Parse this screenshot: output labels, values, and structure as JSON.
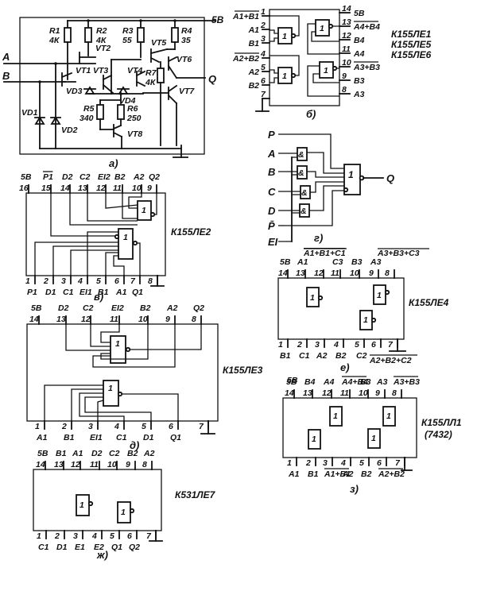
{
  "figure_a": {
    "caption": "а)",
    "supply": "5В",
    "inputs": [
      "A",
      "B"
    ],
    "output": "Q",
    "resistors": [
      {
        "name": "R1",
        "value": "4К"
      },
      {
        "name": "R2",
        "value": "4К"
      },
      {
        "name": "R3",
        "value": "55"
      },
      {
        "name": "R4",
        "value": "35"
      },
      {
        "name": "R5",
        "value": "340"
      },
      {
        "name": "R6",
        "value": "250"
      },
      {
        "name": "R7",
        "value": "4К"
      }
    ],
    "transistors": [
      "VT1",
      "VT2",
      "VT3",
      "VT4",
      "VT5",
      "VT6",
      "VT7",
      "VT8"
    ],
    "diodes": [
      "VD1",
      "VD2",
      "VD3",
      "VD4"
    ]
  },
  "figure_b": {
    "caption": "б)",
    "chips": [
      "К155ЛЕ1",
      "К155ЛЕ5",
      "К155ЛЕ6"
    ],
    "gate_symbol": "1",
    "left_pins": [
      {
        "num": "1",
        "label": "A1+B1",
        "inverted": true
      },
      {
        "num": "2",
        "label": "A1",
        "inverted": false
      },
      {
        "num": "3",
        "label": "B1",
        "inverted": false
      },
      {
        "num": "4",
        "label": "A2+B2",
        "inverted": true
      },
      {
        "num": "5",
        "label": "A2",
        "inverted": false
      },
      {
        "num": "6",
        "label": "B2",
        "inverted": false
      },
      {
        "num": "7",
        "label": "",
        "inverted": false
      }
    ],
    "right_pins": [
      {
        "num": "14",
        "label": "5В",
        "inverted": false
      },
      {
        "num": "13",
        "label": "A4+B4",
        "inverted": true
      },
      {
        "num": "12",
        "label": "B4",
        "inverted": false
      },
      {
        "num": "11",
        "label": "A4",
        "inverted": false
      },
      {
        "num": "10",
        "label": "A3+B3",
        "inverted": true
      },
      {
        "num": "9",
        "label": "B3",
        "inverted": false
      },
      {
        "num": "8",
        "label": "A3",
        "inverted": false
      }
    ]
  },
  "figure_v": {
    "caption": "в)",
    "chip": "К155ЛЕ2",
    "top_pins": [
      {
        "num": "16",
        "label": "5В"
      },
      {
        "num": "15",
        "label": "P1",
        "inverted": true
      },
      {
        "num": "14",
        "label": "D2"
      },
      {
        "num": "13",
        "label": "C2"
      },
      {
        "num": "12",
        "label": "EI2"
      },
      {
        "num": "11",
        "label": "B2"
      },
      {
        "num": "10",
        "label": "A2"
      },
      {
        "num": "9",
        "label": "Q2"
      }
    ],
    "bottom_pins": [
      {
        "num": "1",
        "label": "P1"
      },
      {
        "num": "2",
        "label": "D1"
      },
      {
        "num": "3",
        "label": "C1"
      },
      {
        "num": "4",
        "label": "EI1"
      },
      {
        "num": "5",
        "label": "B1"
      },
      {
        "num": "6",
        "label": "A1"
      },
      {
        "num": "7",
        "label": "Q1"
      },
      {
        "num": "8",
        "label": ""
      }
    ]
  },
  "figure_g": {
    "caption": "г)",
    "inputs": [
      "P",
      "A",
      "B",
      "C",
      "D",
      "P̄",
      "EI"
    ],
    "and_symbol": "&",
    "or_symbol": "1",
    "output": "Q"
  },
  "figure_d": {
    "caption": "д)",
    "chip": "К155ЛЕ3",
    "top_pins": [
      {
        "num": "14",
        "label": "5В"
      },
      {
        "num": "13",
        "label": "D2"
      },
      {
        "num": "12",
        "label": "C2"
      },
      {
        "num": "11",
        "label": "EI2"
      },
      {
        "num": "10",
        "label": "B2"
      },
      {
        "num": "9",
        "label": "A2"
      },
      {
        "num": "8",
        "label": "Q2"
      }
    ],
    "bottom_pins": [
      {
        "num": "1",
        "label": "A1"
      },
      {
        "num": "2",
        "label": "B1"
      },
      {
        "num": "3",
        "label": "EI1"
      },
      {
        "num": "4",
        "label": "C1"
      },
      {
        "num": "5",
        "label": "D1"
      },
      {
        "num": "6",
        "label": "Q1"
      },
      {
        "num": "7",
        "label": ""
      }
    ]
  },
  "figure_e": {
    "caption": "е)",
    "chip": "К155ЛЕ4",
    "top_overlines": [
      "A1+B1+C1",
      "A3+B3+C3"
    ],
    "top_pins": [
      {
        "num": "14",
        "label": "5В"
      },
      {
        "num": "13",
        "label": "A1"
      },
      {
        "num": "12",
        "label": ""
      },
      {
        "num": "11",
        "label": "C3"
      },
      {
        "num": "10",
        "label": "B3"
      },
      {
        "num": "9",
        "label": "A3"
      },
      {
        "num": "8",
        "label": ""
      }
    ],
    "bottom_pins": [
      {
        "num": "1",
        "label": "B1"
      },
      {
        "num": "2",
        "label": "C1"
      },
      {
        "num": "3",
        "label": "A2"
      },
      {
        "num": "4",
        "label": "B2"
      },
      {
        "num": "5",
        "label": "C2"
      },
      {
        "num": "6",
        "label": ""
      },
      {
        "num": "7",
        "label": ""
      }
    ],
    "bottom_overline": "A2+B2+C2"
  },
  "figure_zh": {
    "caption": "ж)",
    "chip": "К531ЛЕ7",
    "top_pins": [
      {
        "num": "14",
        "label": "5В"
      },
      {
        "num": "13",
        "label": "B1"
      },
      {
        "num": "12",
        "label": "A1"
      },
      {
        "num": "11",
        "label": "D2"
      },
      {
        "num": "10",
        "label": "C2"
      },
      {
        "num": "9",
        "label": "B2"
      },
      {
        "num": "8",
        "label": "A2"
      }
    ],
    "bottom_pins": [
      {
        "num": "1",
        "label": "C1"
      },
      {
        "num": "2",
        "label": "D1"
      },
      {
        "num": "3",
        "label": "E1"
      },
      {
        "num": "4",
        "label": "E2"
      },
      {
        "num": "5",
        "label": "Q1"
      },
      {
        "num": "6",
        "label": "Q2"
      },
      {
        "num": "7",
        "label": ""
      }
    ]
  },
  "figure_z": {
    "caption": "з)",
    "chip": "К155ЛЛ1",
    "chip_alt": "(7432)",
    "top_pins": [
      {
        "num": "14",
        "label": "5В"
      },
      {
        "num": "13",
        "label": "B4"
      },
      {
        "num": "12",
        "label": "A4"
      },
      {
        "num": "11",
        "label": "A4+B4",
        "inverted": true
      },
      {
        "num": "10",
        "label": "B3"
      },
      {
        "num": "9",
        "label": "A3"
      },
      {
        "num": "8",
        "label": "A3+B3",
        "inverted": true
      }
    ],
    "bottom_pins": [
      {
        "num": "1",
        "label": "A1"
      },
      {
        "num": "2",
        "label": "B1"
      },
      {
        "num": "3",
        "label": "A1+B1",
        "inverted": true
      },
      {
        "num": "4",
        "label": "A2"
      },
      {
        "num": "5",
        "label": "B2"
      },
      {
        "num": "6",
        "label": "A2+B2",
        "inverted": true
      },
      {
        "num": "7",
        "label": ""
      }
    ]
  }
}
